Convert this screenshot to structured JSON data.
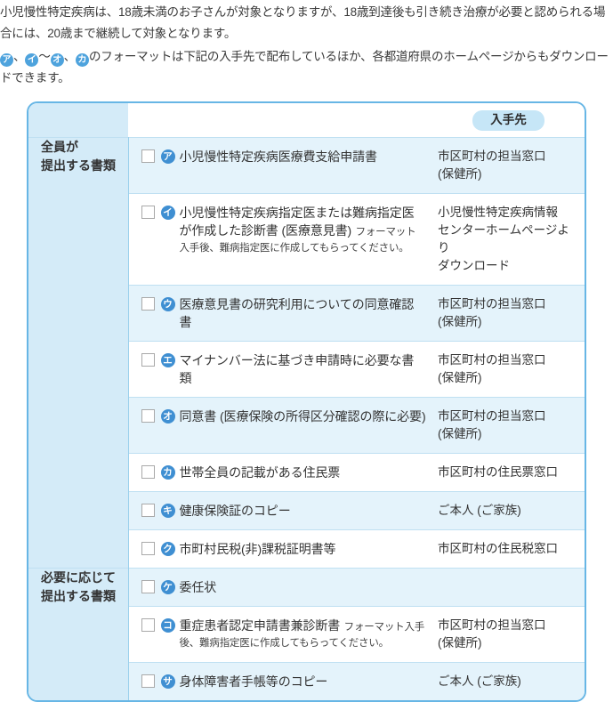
{
  "intro": {
    "paragraph1": "小児慢性特定疾病は、18歳未満のお子さんが対象となりますが、18歳到達後も引き続き治療が必要と認められる場合には、20歳まで継続して対象となります。",
    "paragraph2_marks": [
      "ア",
      "イ",
      "オ",
      "カ"
    ],
    "paragraph2_sep1": "、",
    "paragraph2_sep2": "〜",
    "paragraph2_sep3": "、",
    "paragraph2_tail": "のフォーマットは下記の入手先で配布しているほか、各都道府県のホームページからもダウンロードできます。"
  },
  "table": {
    "header": {
      "where_badge": "入手先"
    },
    "sections": [
      {
        "category_lines": [
          "全員が",
          "提出する書類"
        ],
        "rows": [
          {
            "mark": "ア",
            "title": "小児慢性特定疾病医療費支給申請書",
            "note": "",
            "where_lines": [
              "市区町村の担当窓口",
              "(保健所)"
            ]
          },
          {
            "mark": "イ",
            "title": "小児慢性特定疾病指定医または難病指定医が作成した診断書 (医療意見書)",
            "note": "フォーマット入手後、難病指定医に作成してもらってください。",
            "where_lines": [
              "小児慢性特定疾病情報",
              "センターホームページより",
              "ダウンロード"
            ]
          },
          {
            "mark": "ウ",
            "title": "医療意見書の研究利用についての同意確認書",
            "note": "",
            "where_lines": [
              "市区町村の担当窓口",
              "(保健所)"
            ]
          },
          {
            "mark": "エ",
            "title": "マイナンバー法に基づき申請時に必要な書類",
            "note": "",
            "where_lines": [
              "市区町村の担当窓口",
              "(保健所)"
            ]
          },
          {
            "mark": "オ",
            "title": "同意書 (医療保険の所得区分確認の際に必要)",
            "note": "",
            "where_lines": [
              "市区町村の担当窓口",
              "(保健所)"
            ]
          },
          {
            "mark": "カ",
            "title": "世帯全員の記載がある住民票",
            "note": "",
            "where_lines": [
              "市区町村の住民票窓口"
            ]
          },
          {
            "mark": "キ",
            "title": "健康保険証のコピー",
            "note": "",
            "where_lines": [
              "ご本人 (ご家族)"
            ]
          },
          {
            "mark": "ク",
            "title": "市町村民税(非)課税証明書等",
            "note": "",
            "where_lines": [
              "市区町村の住民税窓口"
            ]
          }
        ]
      },
      {
        "category_lines": [
          "必要に応じて",
          "提出する書類"
        ],
        "rows": [
          {
            "mark": "ケ",
            "title": "委任状",
            "note": "",
            "where_lines": []
          },
          {
            "mark": "コ",
            "title": "重症患者認定申請書兼診断書",
            "note": "フォーマット入手後、難病指定医に作成してもらってください。",
            "where_lines": [
              "市区町村の担当窓口",
              "(保健所)"
            ]
          },
          {
            "mark": "サ",
            "title": "身体障害者手帳等のコピー",
            "note": "",
            "where_lines": [
              "ご本人 (ご家族)"
            ]
          }
        ]
      }
    ]
  },
  "colors": {
    "panel_border": "#67b6e5",
    "category_bg": "#d4ebf8",
    "row_alt_bg": "#e4f3fb",
    "row_plain_bg": "#ffffff",
    "badge_bg": "#c6e6f7",
    "mark_bg": "#3f8fd2",
    "inline_mark_bg": "#4ea3dd",
    "row_divider": "#bfe0f2",
    "text": "#333333"
  }
}
